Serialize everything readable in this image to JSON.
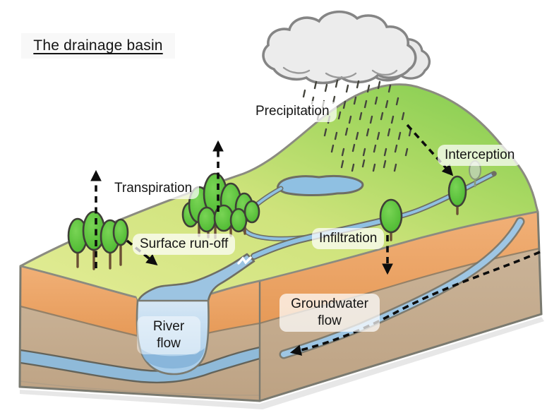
{
  "title": "The drainage basin",
  "labels": {
    "precipitation": "Precipitation",
    "interception": "Interception",
    "transpiration": "Transpiration",
    "surface_runoff": "Surface run-off",
    "infiltration": "Infiltration",
    "groundwater_flow": "Groundwater flow",
    "river_flow": "River flow"
  },
  "colors": {
    "surface_green_light": "#e0ea90",
    "surface_green": "#cfe37c",
    "hill_green": "#7ecb4e",
    "soil_orange": "#eda86b",
    "soil_brown": "#c6af93",
    "groundwater_blue": "#8fbad9",
    "river_blue": "#8fc0e2",
    "river_cut_blue": "#bcd7ee",
    "cloud_gray": "#ececec",
    "tree_green": "#5ec23e",
    "arrow_black": "#0d0d0d"
  }
}
